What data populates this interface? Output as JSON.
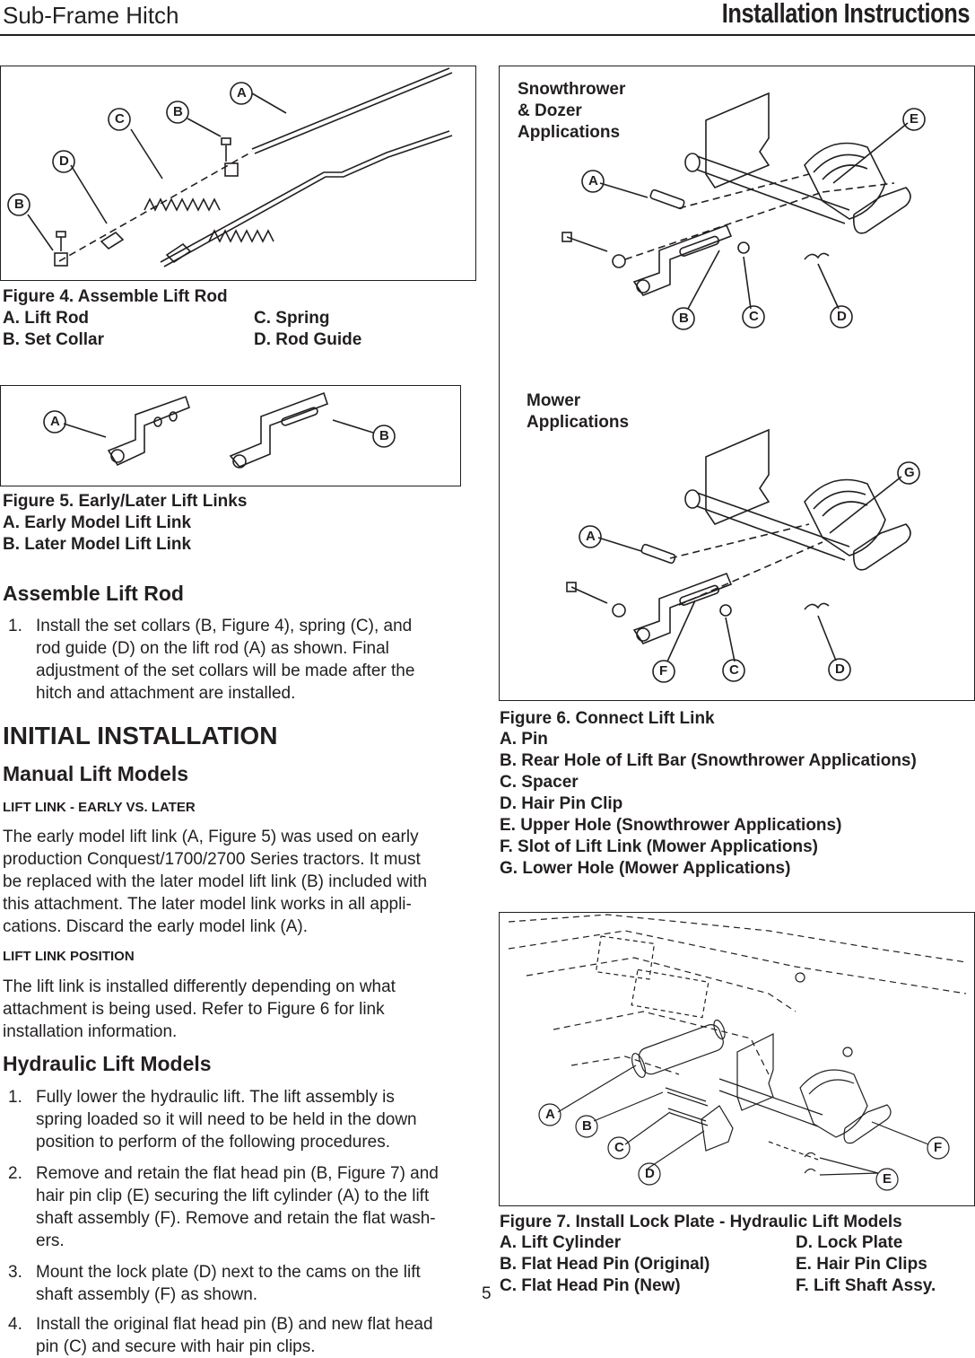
{
  "header": {
    "title": "Sub-Frame Hitch",
    "right": "Installation Instructions"
  },
  "page_number": "5",
  "figure4": {
    "labels": [
      "A",
      "B",
      "C",
      "D",
      "B"
    ],
    "caption_title": "Figure 4.  Assemble Lift Rod",
    "items": [
      "A.  Lift Rod",
      "B.  Set Collar",
      "C. Spring",
      "D. Rod Guide"
    ]
  },
  "figure5": {
    "labels": [
      "A",
      "B"
    ],
    "caption_title": "Figure 5.  Early/Later Lift Links",
    "items": [
      "A.  Early Model Lift Link",
      "B.  Later Model Lift Link"
    ]
  },
  "figure6": {
    "section1": "Snowthrower & Dozer Applications",
    "section1_lines": [
      "Snowthrower",
      "& Dozer",
      "Applications"
    ],
    "section2_lines": [
      "Mower",
      "Applications"
    ],
    "labels_top": [
      "E",
      "A",
      "B",
      "C",
      "D"
    ],
    "labels_bottom": [
      "G",
      "A",
      "F",
      "C",
      "D"
    ],
    "caption_title": "Figure 6.  Connect Lift Link",
    "items": [
      "A.  Pin",
      "B.  Rear Hole of Lift Bar (Snowthrower Applications)",
      "C.  Spacer",
      "D.  Hair Pin Clip",
      "E.  Upper Hole (Snowthrower Applications)",
      "F.  Slot of Lift Link (Mower Applications)",
      "G.  Lower Hole (Mower Applications)"
    ]
  },
  "figure7": {
    "labels": [
      "A",
      "B",
      "C",
      "D",
      "E",
      "F"
    ],
    "caption_title": "Figure 7.  Install Lock Plate - Hydraulic Lift Models",
    "items": [
      "A.  Lift Cylinder",
      "D. Lock Plate",
      "B.  Flat Head Pin (Original)",
      "E. Hair Pin Clips",
      "C.  Flat Head Pin (New)",
      "F.  Lift Shaft Assy."
    ]
  },
  "body": {
    "assemble_heading": "Assemble Lift Rod",
    "assemble_steps": [
      [
        "1.",
        "Install the set collars (B, Figure 4), spring (C), and",
        "rod guide (D) on the lift rod (A) as shown.  Final",
        "adjustment of the set collars will be made after the",
        "hitch and attachment are installed."
      ]
    ],
    "initial_heading": "INITIAL INSTALLATION",
    "manual_heading": "Manual Lift Models",
    "liftlink_heading": "LIFT LINK - EARLY VS. LATER",
    "liftlink_para": [
      "The early model lift link (A, Figure 5) was used on early",
      "production Conquest/1700/2700 Series tractors.  It must",
      "be replaced with the later model lift link (B) included with",
      "this attachment.  The later model link works in all appli-",
      "cations.  Discard the early model link (A)."
    ],
    "position_heading": "LIFT LINK POSITION",
    "position_para": [
      "The lift link is installed differently depending on what",
      "attachment is being used.  Refer to Figure 6 for link",
      "installation information."
    ],
    "hydraulic_heading": "Hydraulic Lift Models",
    "hydraulic_steps": [
      [
        "1.",
        "Fully lower the hydraulic lift.  The lift assembly is",
        "spring loaded so it will need to be held in the down",
        "position to perform of the following procedures."
      ],
      [
        "2.",
        "Remove and retain the flat head pin (B, Figure 7) and",
        "hair pin clip (E) securing the lift cylinder (A) to the lift",
        "shaft assembly (F).  Remove and retain the flat wash-",
        "ers."
      ],
      [
        "3.",
        "Mount the lock plate (D) next to the cams on the lift",
        "shaft assembly (F) as shown."
      ],
      [
        "4.",
        "Install the original flat head pin (B) and new flat head",
        "pin (C) and secure with hair pin clips."
      ]
    ]
  }
}
